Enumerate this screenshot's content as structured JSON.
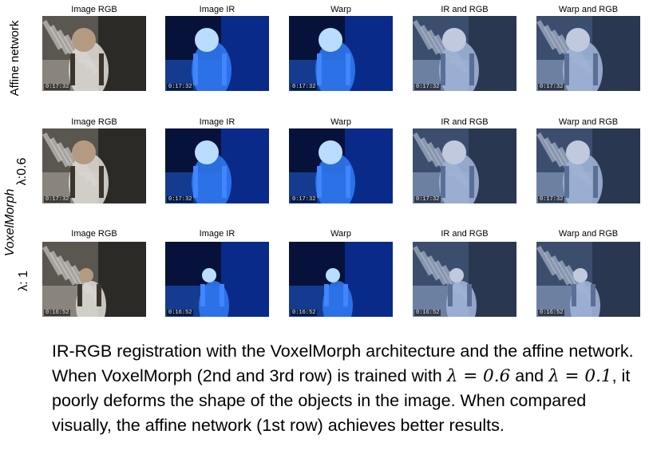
{
  "rows": [
    {
      "label": "Affine network",
      "panels": [
        {
          "title": "Image RGB",
          "stamp": "0:17:32",
          "kind": "rgb"
        },
        {
          "title": "Image IR",
          "stamp": "0:17:32",
          "kind": "ir"
        },
        {
          "title": "Warp",
          "stamp": "0:17:32",
          "kind": "ir"
        },
        {
          "title": "IR and RGB",
          "stamp": "0:17:32",
          "kind": "mix"
        },
        {
          "title": "Warp and RGB",
          "stamp": "0:17:32",
          "kind": "mix"
        }
      ]
    },
    {
      "label": "λ:0.6",
      "panels": [
        {
          "title": "Image RGB",
          "stamp": "0:17:32",
          "kind": "rgb"
        },
        {
          "title": "Image IR",
          "stamp": "0:17:32",
          "kind": "ir"
        },
        {
          "title": "Warp",
          "stamp": "0:17:32",
          "kind": "ir"
        },
        {
          "title": "IR and RGB",
          "stamp": "0:17:32",
          "kind": "mix"
        },
        {
          "title": "Warp and RGB",
          "stamp": "0:17:32",
          "kind": "mix"
        }
      ]
    },
    {
      "label": "λ: 1",
      "panels": [
        {
          "title": "Image RGB",
          "stamp": "0:16:52",
          "kind": "rgb"
        },
        {
          "title": "Image IR",
          "stamp": "0:16:52",
          "kind": "ir"
        },
        {
          "title": "Warp",
          "stamp": "0:16:52",
          "kind": "ir"
        },
        {
          "title": "IR and RGB",
          "stamp": "0:16:52",
          "kind": "mix"
        },
        {
          "title": "Warp and RGB",
          "stamp": "0:16:52",
          "kind": "mix"
        }
      ]
    }
  ],
  "group_label": "VoxelMorph",
  "caption": {
    "part1": "IR-RGB registration with the VoxelMorph architecture and the affine network. When VoxelMorph (2nd and 3rd row) is trained with ",
    "lambda1": "λ = 0.6",
    "part2": " and ",
    "lambda2": "λ = 0.1",
    "part3": ", it poorly deforms the shape of the objects in the image. When compared visually, the affine network (1st row) achieves better results."
  }
}
